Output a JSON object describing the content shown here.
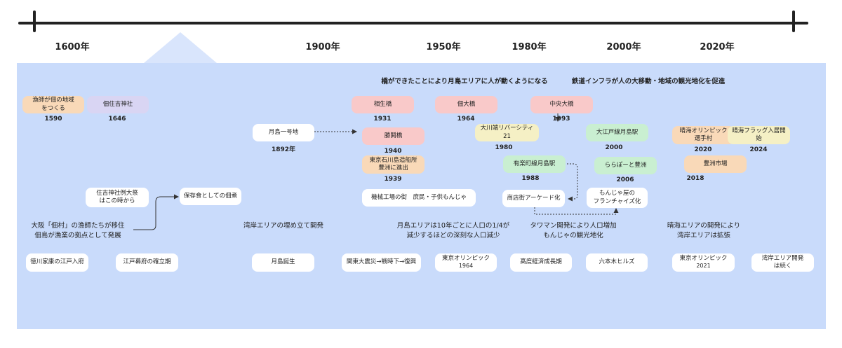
{
  "years": [
    "1600年",
    "1900年",
    "1950年",
    "1980年",
    "2000年",
    "2020年"
  ],
  "headers": {
    "bridges": "橋ができたことにより月島エリアに人が動くようになる",
    "rail": "鉄道インフラが人の大移動・地域の観光地化を促進"
  },
  "events": {
    "fishermen": "漁師が佃の地域\nをつくる",
    "fishermen_year": "1590",
    "shrine": "佃住吉神社",
    "shrine_year": "1646",
    "tsukishima1": "月島一号地",
    "tsukishima1_year": "1892年",
    "aioi": "相生橋",
    "aioi_year": "1931",
    "kachidoki": "勝鬨橋",
    "kachidoki_year": "1940",
    "ishikawa": "東京石川島造船所\n豊洲に進出",
    "ishikawa_year": "1939",
    "tsukuda_ohashi": "佃大橋",
    "tsukuda_ohashi_year": "1964",
    "river_city": "大川端リバーシティ21",
    "river_city_year": "1980",
    "chuo_ohashi": "中央大橋",
    "chuo_ohashi_year": "1993",
    "yurakucho": "有楽町線月島駅",
    "yurakucho_year": "1988",
    "oedo": "大江戸線月島駅",
    "oedo_year": "2000",
    "lalaport": "ららぽーと豊洲",
    "lalaport_year": "2006",
    "olympic_village": "晴海オリンピック\n選手村",
    "olympic_village_year": "2020",
    "harumi_flag": "晴海フラッグ入居開始",
    "harumi_flag_year": "2024",
    "toyosu_market": "豊洲市場",
    "toyosu_market_year": "2018"
  },
  "culture": {
    "festival": "住吉神社例大祭\nはこの時から",
    "tsukudani": "保存食としての佃煮",
    "factory": "機械工場の街　庶民・子供もんじゃ",
    "arcade": "商店街アーケード化",
    "monja_franchise": "もんじゃ屋の\nフランチャイズ化"
  },
  "notes": {
    "osaka": "大阪「佃村」の漁師たちが移住\n佃島が漁業の拠点として発展",
    "landfill": "湾岸エリアの埋め立て開発",
    "decline": "月島エリアは10年ごとに人口の1/4が\n減少するほどの深刻な人口減少",
    "tower": "タワマン開発により人口増加\nもんじゃの観光地化",
    "harumi_dev": "晴海エリアの開発により\n湾岸エリアは拡張"
  },
  "eras": {
    "edo_entry": "徳川家康の江戸入府",
    "edo_shogunate": "江戸幕府の確立期",
    "tsukishima_birth": "月島誕生",
    "kanto": "関東大震災→戦時下→復興",
    "tokyo_olympic": "東京オリンピック",
    "tokyo_olympic_year": "1964",
    "growth": "高度経済成長期",
    "roppongi": "六本木ヒルズ",
    "tokyo_olympic2": "東京オリンピック",
    "tokyo_olympic2_year": "2021",
    "bay_continues": "湾岸エリア開発\nは続く"
  },
  "colors": {
    "panel": "#c9dbfb",
    "bridge": "#f9c9c9",
    "rail": "#c9efd1",
    "development": "#f9d9b8",
    "building": "#f5f0c5",
    "shrine": "#d9d5f3"
  }
}
